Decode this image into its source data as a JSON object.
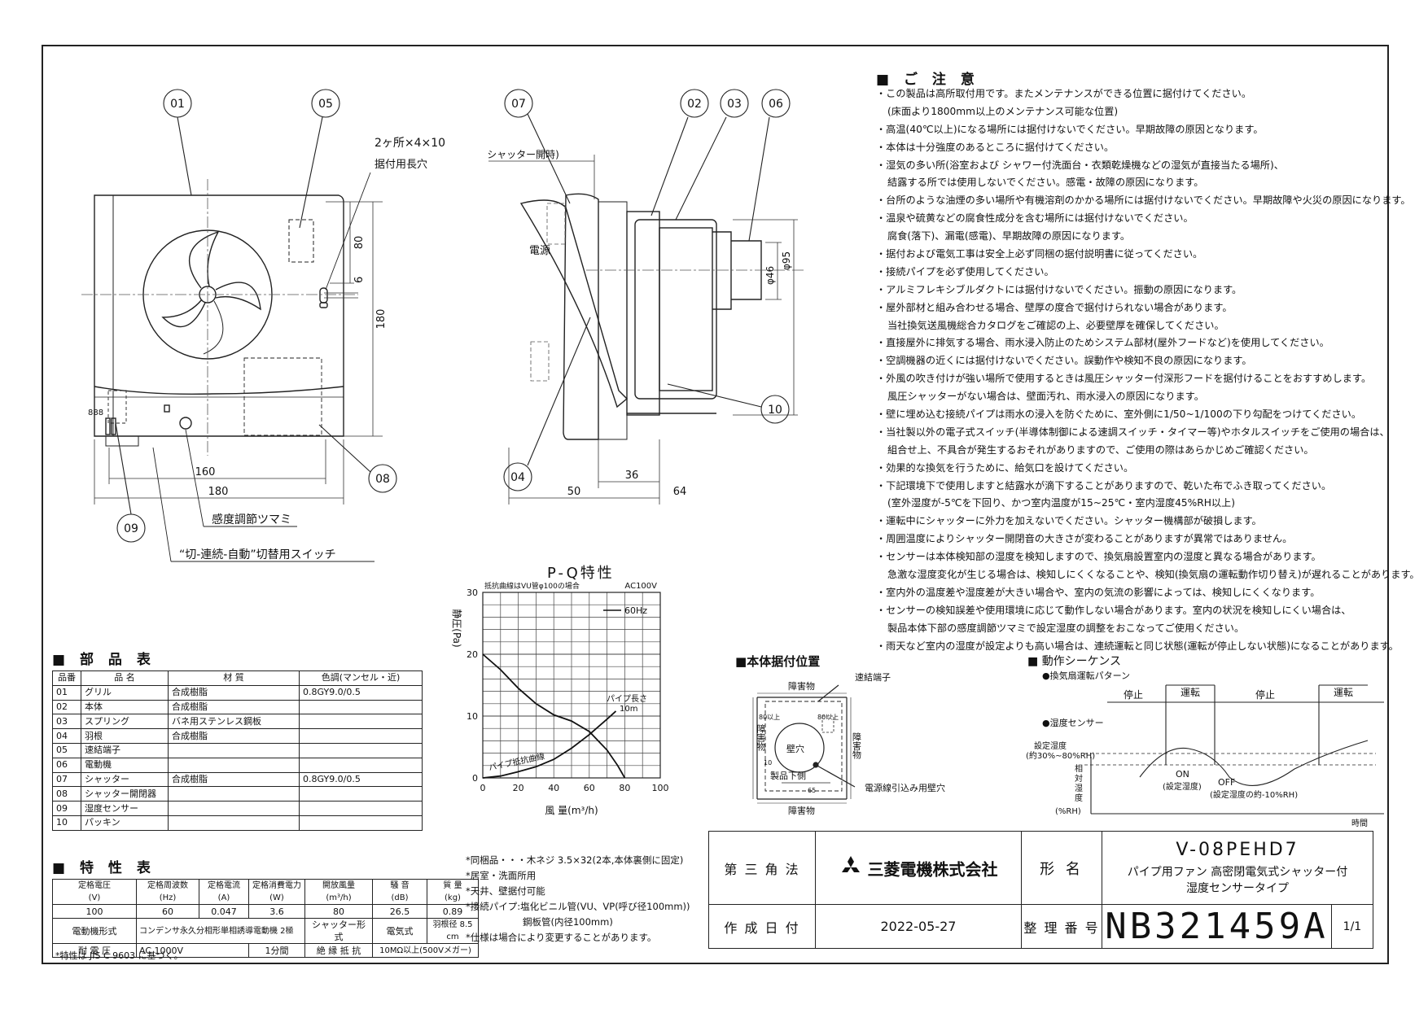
{
  "front_view": {
    "callouts": [
      "01",
      "05",
      "09",
      "08"
    ],
    "slot_note": [
      "2ヶ所×4×10",
      "据付用長穴"
    ],
    "dims": {
      "w160": "160",
      "w180": "180",
      "h80": "80",
      "h6": "6",
      "h180": "180"
    },
    "knob_label": "感度調節ツマミ",
    "switch_label": "“切-連続-自動”切替用スイッチ"
  },
  "side_view": {
    "callouts": [
      "07",
      "02",
      "03",
      "06",
      "10",
      "04"
    ],
    "shutter_dim": "(95) (シャッター開時)",
    "power_label": "電源",
    "dims": {
      "d46": "φ46",
      "d95": "φ95",
      "w36": "36",
      "w50": "50",
      "w64": "64"
    }
  },
  "notes": {
    "title": "ご 注 意",
    "lines": [
      {
        "t": "・この製品は高所取付用です。またメンテナンスができる位置に据付けてください。",
        "i": false
      },
      {
        "t": "(床面より1800mm以上のメンテナンス可能な位置)",
        "i": true
      },
      {
        "t": "・高温(40℃以上)になる場所には据付けないでください。早期故障の原因となります。",
        "i": false
      },
      {
        "t": "・本体は十分強度のあるところに据付けてください。",
        "i": false
      },
      {
        "t": "・湿気の多い所(浴室および シャワー付洗面台・衣類乾燥機などの湿気が直接当たる場所)、",
        "i": false
      },
      {
        "t": "結露する所では使用しないでください。感電・故障の原因になります。",
        "i": true
      },
      {
        "t": "・台所のような油煙の多い場所や有機溶剤のかかる場所には据付けないでください。早期故障や火災の原因になります。",
        "i": false
      },
      {
        "t": "・温泉や硫黄などの腐食性成分を含む場所には据付けないでください。",
        "i": false
      },
      {
        "t": "腐食(落下)、漏電(感電)、早期故障の原因になります。",
        "i": true
      },
      {
        "t": "・据付および電気工事は安全上必ず同梱の据付説明書に従ってください。",
        "i": false
      },
      {
        "t": "・接続パイプを必ず使用してください。",
        "i": false
      },
      {
        "t": "・アルミフレキシブルダクトには据付けないでください。振動の原因になります。",
        "i": false
      },
      {
        "t": "・屋外部材と組み合わせる場合、壁厚の度合で据付けられない場合があります。",
        "i": false
      },
      {
        "t": "当社換気送風機総合カタログをご確認の上、必要壁厚を確保してください。",
        "i": true
      },
      {
        "t": "・直接屋外に排気する場合、雨水浸入防止のためシステム部材(屋外フードなど)を使用してください。",
        "i": false
      },
      {
        "t": "・空調機器の近くには据付けないでください。誤動作や検知不良の原因になります。",
        "i": false
      },
      {
        "t": "・外風の吹き付けが強い場所で使用するときは風圧シャッター付深形フードを据付けることをおすすめします。",
        "i": false
      },
      {
        "t": "風圧シャッターがない場合は、壁面汚れ、雨水浸入の原因になります。",
        "i": true
      },
      {
        "t": "・壁に埋め込む接続パイプは雨水の浸入を防ぐために、室外側に1/50~1/100の下り勾配をつけてください。",
        "i": false
      },
      {
        "t": "・当社製以外の電子式スイッチ(半導体制御による速調スイッチ・タイマー等)やホタルスイッチをご使用の場合は、",
        "i": false
      },
      {
        "t": "組合せ上、不具合が発生するおそれがありますので、ご使用の際はあらかじめご確認ください。",
        "i": true
      },
      {
        "t": "・効果的な換気を行うために、給気口を設けてください。",
        "i": false
      },
      {
        "t": "・下記環境下で使用しますと結露水が滴下することがありますので、乾いた布でふき取ってください。",
        "i": false
      },
      {
        "t": "(室外湿度が-5℃を下回り、かつ室内温度が15~25℃・室内湿度45%RH以上)",
        "i": true
      },
      {
        "t": "・運転中にシャッターに外力を加えないでください。シャッター機構部が破損します。",
        "i": false
      },
      {
        "t": "・周囲温度によりシャッター開閉音の大きさが変わることがありますが異常ではありません。",
        "i": false
      },
      {
        "t": "・センサーは本体検知部の湿度を検知しますので、換気扇設置室内の湿度と異なる場合があります。",
        "i": false
      },
      {
        "t": "急激な湿度変化が生じる場合は、検知しにくくなることや、検知(換気扇の運転動作切り替え)が遅れることがあります。",
        "i": true
      },
      {
        "t": "・室内外の温度差や湿度差が大きい場合や、室内の気流の影響によっては、検知しにくくなります。",
        "i": false
      },
      {
        "t": "・センサーの検知誤差や使用環境に応じて動作しない場合があります。室内の状況を検知しにくい場合は、",
        "i": false
      },
      {
        "t": "製品本体下部の感度調節ツマミで設定湿度の調整をおこなってご使用ください。",
        "i": true
      },
      {
        "t": "・雨天など室内の湿度が設定よりも高い場合は、連続運転と同じ状態(運転が停止しない状態)になることがあります。",
        "i": false
      }
    ]
  },
  "parts_table": {
    "title": "部 品 表",
    "headers": [
      "品番",
      "品 名",
      "材 質",
      "色調(マンセル・近)"
    ],
    "rows": [
      [
        "01",
        "グリル",
        "合成樹脂",
        "0.8GY9.0/0.5"
      ],
      [
        "02",
        "本体",
        "合成樹脂",
        ""
      ],
      [
        "03",
        "スプリング",
        "バネ用ステンレス鋼板",
        ""
      ],
      [
        "04",
        "羽根",
        "合成樹脂",
        ""
      ],
      [
        "05",
        "速結端子",
        "",
        ""
      ],
      [
        "06",
        "電動機",
        "",
        ""
      ],
      [
        "07",
        "シャッター",
        "合成樹脂",
        "0.8GY9.0/0.5"
      ],
      [
        "08",
        "シャッター開閉器",
        "",
        ""
      ],
      [
        "09",
        "湿度センサー",
        "",
        ""
      ],
      [
        "10",
        "パッキン",
        "",
        ""
      ]
    ]
  },
  "spec_table": {
    "title": "特 性 表",
    "headers": [
      "定格電圧\n(V)",
      "定格周波数\n(Hz)",
      "定格電流\n(A)",
      "定格消費電力\n(W)",
      "開放風量\n(m³/h)",
      "騒 音\n(dB)",
      "質 量\n(kg)"
    ],
    "values": [
      "100",
      "60",
      "0.047",
      "3.6",
      "80",
      "26.5",
      "0.89"
    ],
    "motor_label": "電動機形式",
    "motor_value": "コンデンサ永久分相形単相誘導電動機 2極",
    "shutter_label": "シャッター形式",
    "shutter_value": "電気式",
    "blade_label": "羽根径",
    "blade_value": "8.5 cm",
    "withstand_label": "耐 電 圧",
    "withstand_value": "AC 1000V",
    "withstand_time": "1分間",
    "insulation_label": "絶 縁 抵 抗",
    "insulation_value": "10MΩ以上(500Vメガー)",
    "footnote": "*特性は JIS C 9603 に基づく。"
  },
  "bottom_notes": [
    "*同梱品・・・木ネジ 3.5×32(2本,本体裏側に固定)",
    "*居室・洗面所用",
    "*天井、壁据付可能",
    "*接続パイプ:塩化ビニル管(VU、VP(呼び径100mm))",
    "鋼板管(内径100mm)",
    "*仕様は場合により変更することがあります。"
  ],
  "chart_data": {
    "type": "line",
    "title": "P-Q特性",
    "xlabel": "風 量(m³/h)",
    "ylabel": "静圧(Pa)",
    "xlim": [
      0,
      100
    ],
    "ylim": [
      0,
      30
    ],
    "xticks": [
      "0",
      "20",
      "40",
      "60",
      "80",
      "100"
    ],
    "yticks": [
      "0",
      "10",
      "20",
      "30"
    ],
    "annotation_top_left": "抵抗曲線はVU管φ100の場合",
    "annotation_top_right": "AC100V",
    "legend": "60Hz",
    "series": [
      {
        "name": "60Hz",
        "x": [
          0,
          10,
          20,
          30,
          40,
          50,
          60,
          70,
          76,
          80
        ],
        "y": [
          20,
          17.5,
          14.5,
          12,
          10.2,
          9.2,
          7.5,
          4.5,
          2,
          0
        ]
      },
      {
        "name": "パイプ抵抗曲線",
        "x": [
          0,
          10,
          20,
          30,
          40,
          50,
          60,
          70,
          75
        ],
        "y": [
          0,
          0.3,
          1,
          1.8,
          3,
          4.8,
          7,
          9.5,
          10.8
        ]
      }
    ],
    "annotations": [
      "パイプ長さ",
      "10m"
    ]
  },
  "install_pos": {
    "title": "本体据付位置",
    "obstacle": "障害物",
    "terminal": "速結端子",
    "wall_hole": "壁穴",
    "product_bottom": "製品下側",
    "power_hole": "電源線引込み用壁穴",
    "dims": {
      "d80a": "80以上",
      "d80b": "80以上",
      "d10": "10",
      "d65": "65"
    }
  },
  "sequence": {
    "title": "動作シーケンス",
    "pattern_label": "●換気扇運転パターン",
    "states": [
      "停止",
      "運転",
      "停止",
      "運転"
    ],
    "sensor_label": "●湿度センサー",
    "set_humidity": [
      "設定湿度",
      "(約30%~80%RH)"
    ],
    "y_axis": [
      "相",
      "対",
      "湿",
      "度",
      "(%RH)"
    ],
    "on_label": [
      "ON",
      "(設定湿度)"
    ],
    "off_label": [
      "OFF",
      "(設定湿度の約-10%RH)"
    ],
    "time_label": "時間"
  },
  "title_block": {
    "projection": "第 三 角 法",
    "company": "三菱電機株式会社",
    "model_label": "形 名",
    "model": "V-08PEHD7",
    "desc1": "パイプ用ファン 高密閉電気式シャッター付",
    "desc2": "湿度センサータイプ",
    "date_label": "作 成 日 付",
    "date": "2022-05-27",
    "number_label": "整 理 番 号",
    "number": "NB321459A",
    "page": "1/1"
  }
}
